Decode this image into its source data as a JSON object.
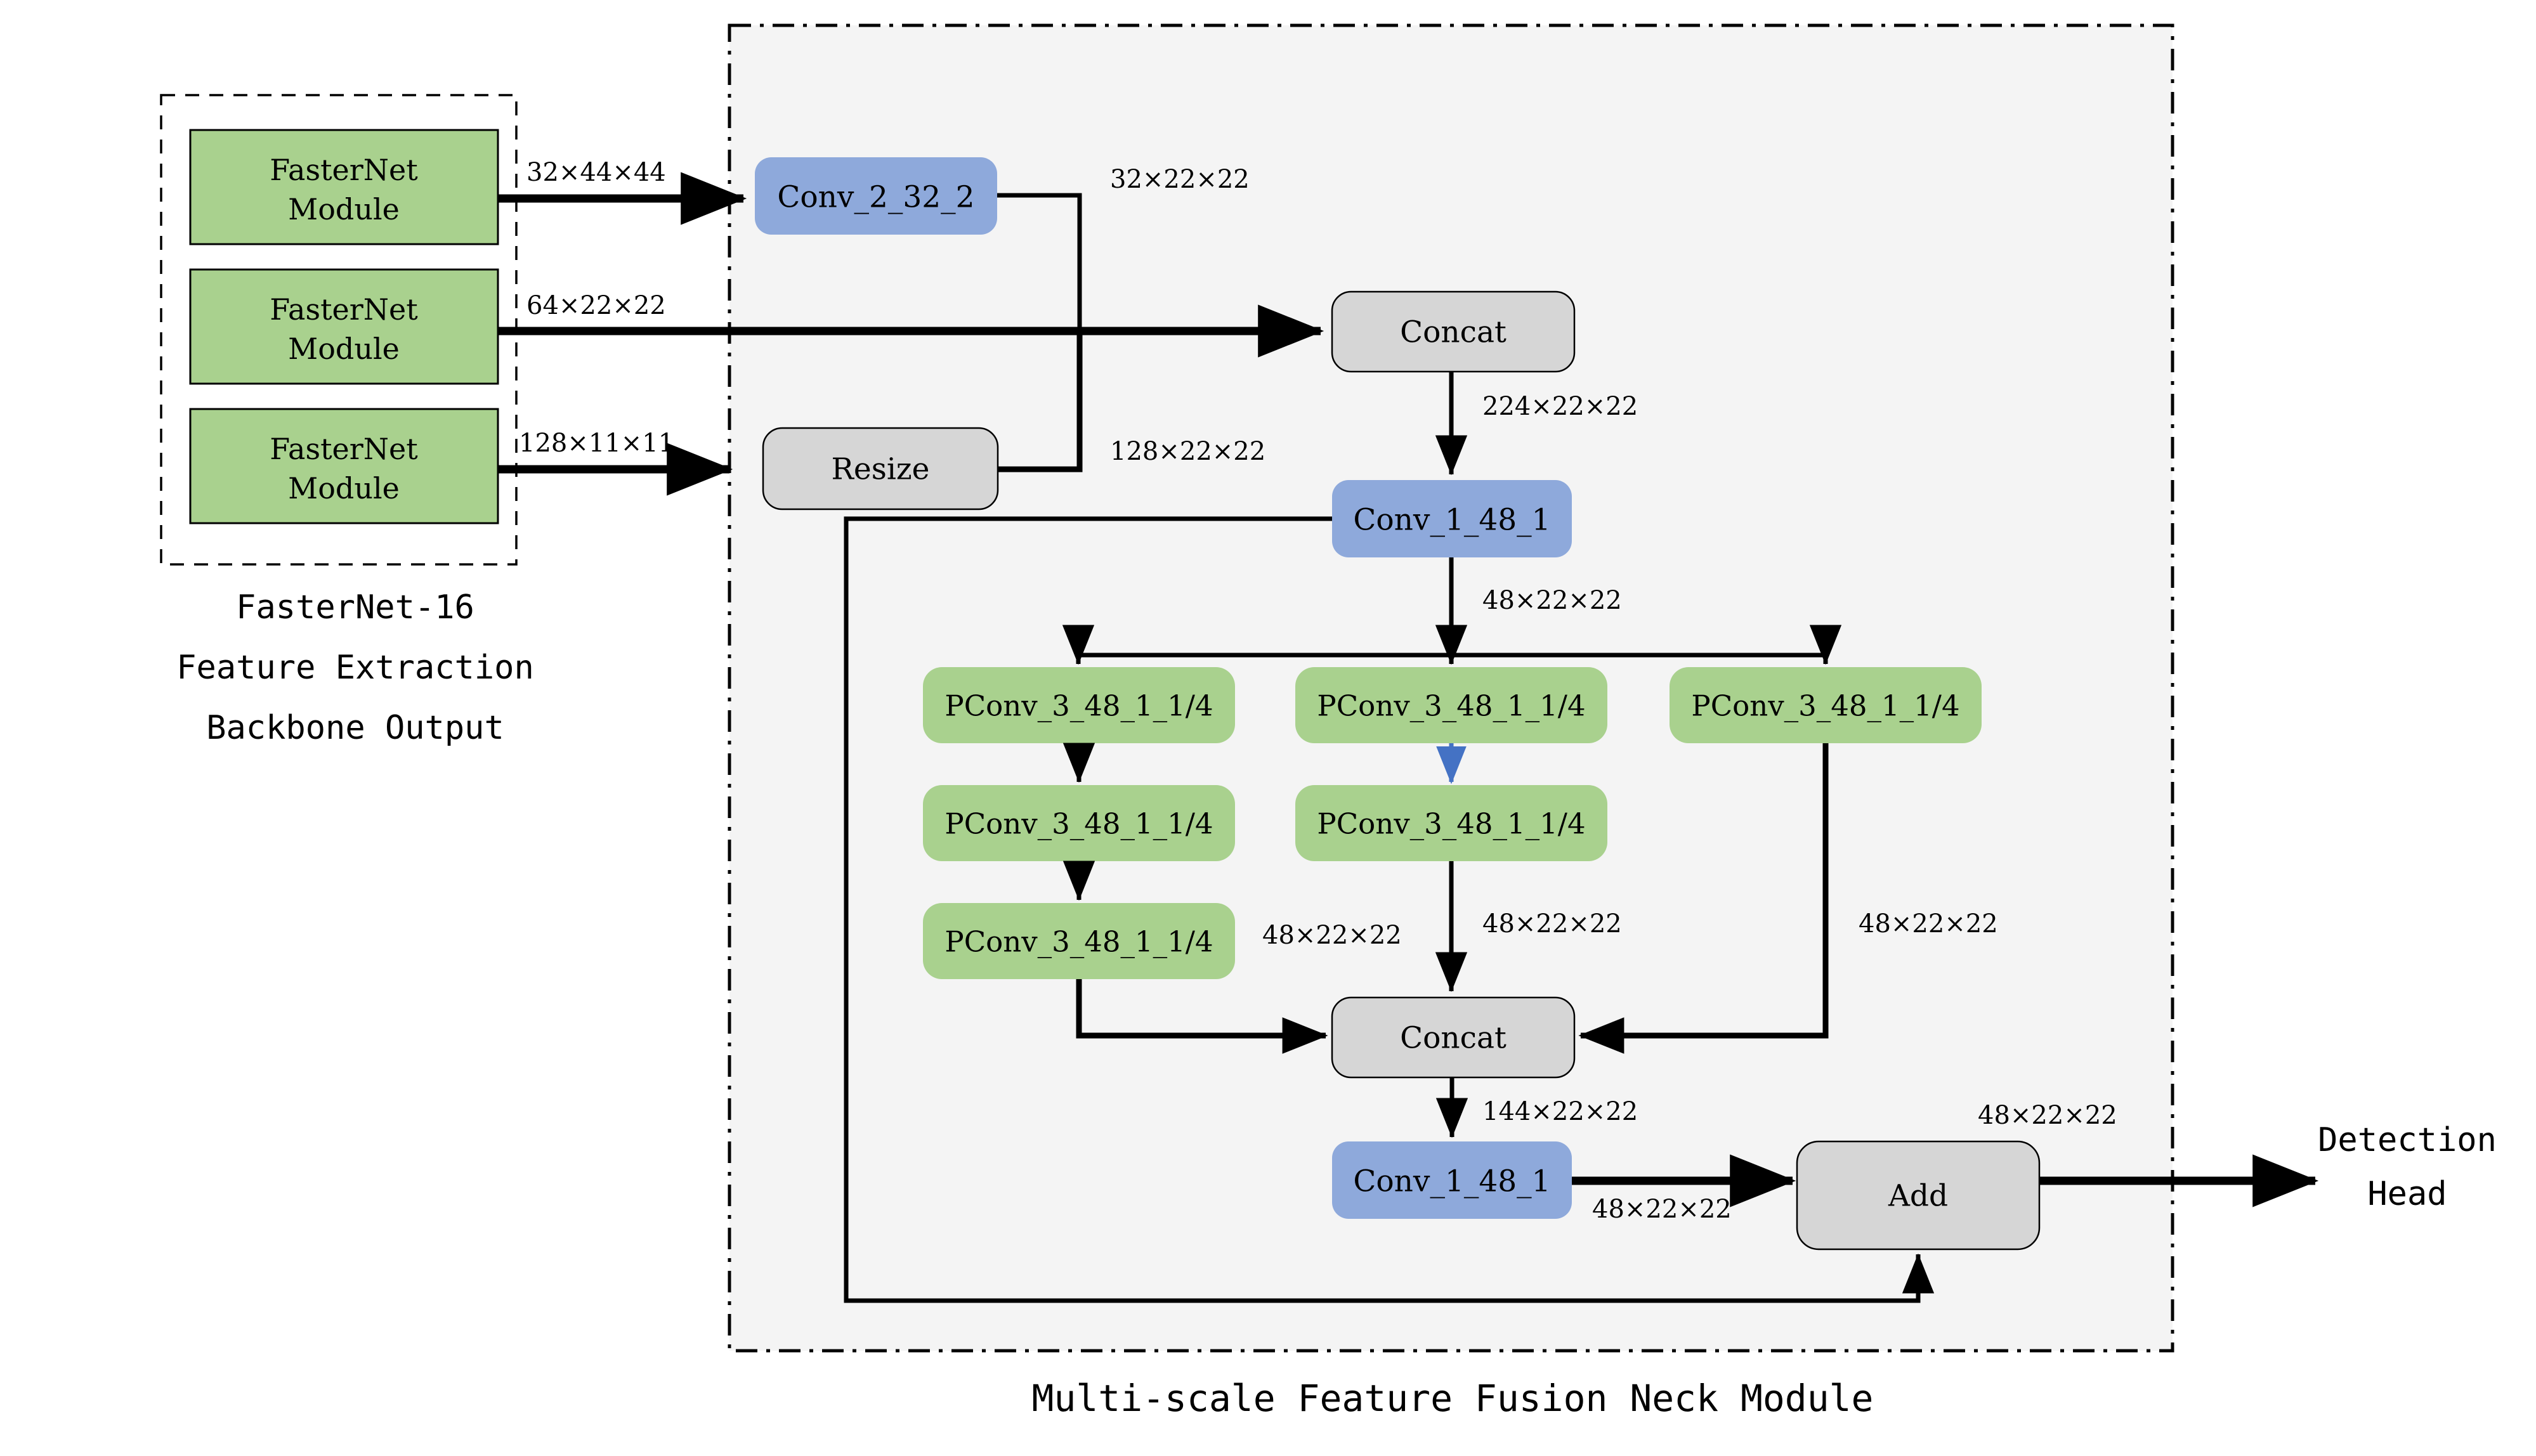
{
  "diagram": {
    "title": "Multi-scale Feature Fusion Neck Module",
    "backbone_caption_line1": "FasterNet-16",
    "backbone_caption_line2": "Feature Extraction",
    "backbone_caption_line3": "Backbone Output",
    "output_label_line1": "Detection",
    "output_label_line2": "Head",
    "colors": {
      "green_fill": "#A9D18E",
      "blue_fill": "#8EA9DB",
      "gray_fill": "#D6D6D6",
      "neck_bg": "#F4F4F4",
      "stroke": "#000000",
      "blue_arrow": "#4472C4"
    },
    "backbone_blocks": [
      {
        "label_line1": "FasterNet",
        "label_line2": "Module"
      },
      {
        "label_line1": "FasterNet",
        "label_line2": "Module"
      },
      {
        "label_line1": "FasterNet",
        "label_line2": "Module"
      }
    ],
    "neck_nodes": {
      "conv_2_32_2": "Conv_2_32_2",
      "resize": "Resize",
      "concat_top": "Concat",
      "conv_1_48_1_top": "Conv_1_48_1",
      "pconv_l1": "PConv_3_48_1_1/4",
      "pconv_l2": "PConv_3_48_1_1/4",
      "pconv_l3": "PConv_3_48_1_1/4",
      "pconv_m1": "PConv_3_48_1_1/4",
      "pconv_m2": "PConv_3_48_1_1/4",
      "pconv_r1": "PConv_3_48_1_1/4",
      "concat_bottom": "Concat",
      "conv_1_48_1_bottom": "Conv_1_48_1",
      "add": "Add"
    },
    "edge_labels": {
      "backbone_1": "32×44×44",
      "backbone_2": "64×22×22",
      "backbone_3": "128×11×11",
      "conv2_out": "32×22×22",
      "resize_out": "128×22×22",
      "concat_top_out": "224×22×22",
      "conv1_top_out": "48×22×22",
      "branch_left_out": "48×22×22",
      "branch_mid_out": "48×22×22",
      "branch_right_out": "48×22×22",
      "concat_bottom_out": "144×22×22",
      "conv1_bottom_out": "48×22×22",
      "add_out": "48×22×22"
    }
  }
}
